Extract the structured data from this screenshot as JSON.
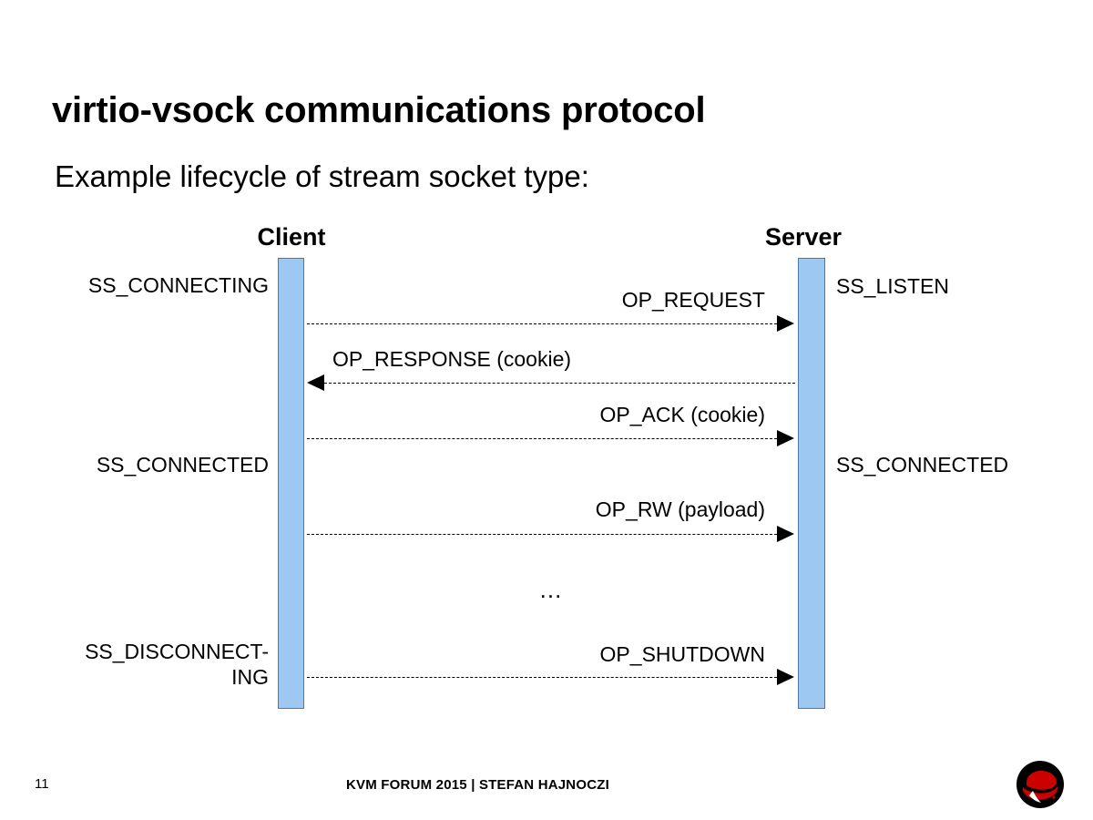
{
  "slide": {
    "title": "virtio-vsock communications protocol",
    "subtitle": "Example lifecycle of stream socket type:"
  },
  "diagram": {
    "type": "sequence-diagram",
    "actors": [
      {
        "id": "client",
        "label": "Client"
      },
      {
        "id": "server",
        "label": "Server"
      }
    ],
    "client_states": [
      {
        "label": "SS_CONNECTING"
      },
      {
        "label": "SS_CONNECTED"
      },
      {
        "label": "SS_DISCONNECT-\nING"
      }
    ],
    "server_states": [
      {
        "label": "SS_LISTEN"
      },
      {
        "label": "SS_CONNECTED"
      }
    ],
    "messages": [
      {
        "label": "OP_REQUEST",
        "direction": "client-to-server"
      },
      {
        "label": "OP_RESPONSE (cookie)",
        "direction": "server-to-client"
      },
      {
        "label": "OP_ACK (cookie)",
        "direction": "client-to-server"
      },
      {
        "label": "OP_RW (payload)",
        "direction": "client-to-server"
      },
      {
        "label": "OP_SHUTDOWN",
        "direction": "client-to-server"
      }
    ],
    "continuation_marker": "...",
    "colors": {
      "lifeline_fill": "#9CC8F2",
      "lifeline_border": "#4B7AA8",
      "line": "#000000"
    }
  },
  "footer": {
    "page_number": "11",
    "credit": "KVM FORUM 2015 | STEFAN HAJNOCZI",
    "logo_name": "red-hat-shadowman-logo"
  }
}
